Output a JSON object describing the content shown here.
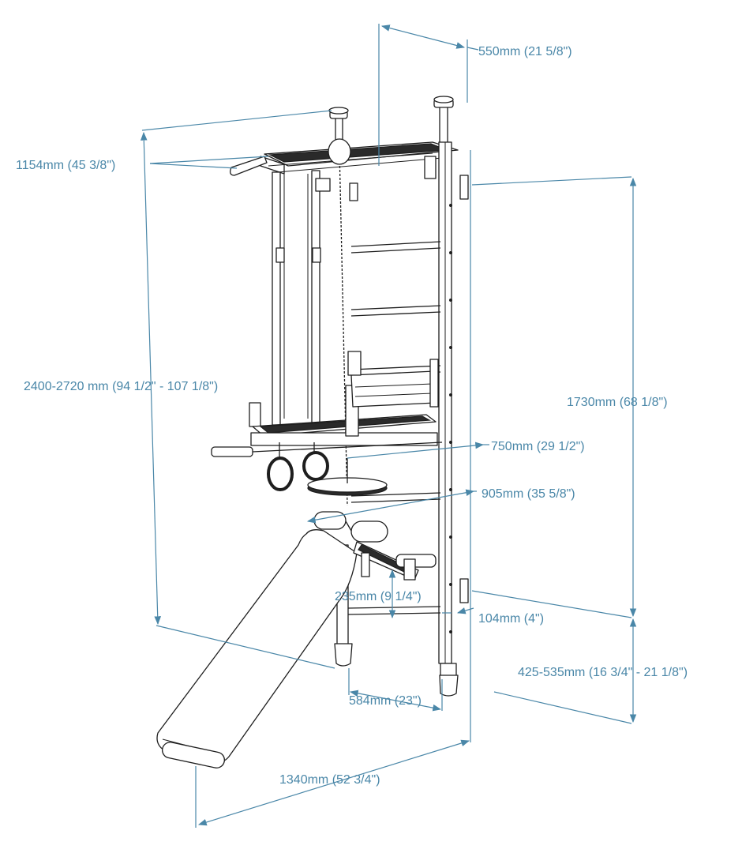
{
  "colors": {
    "dimension": "#4a87a8",
    "ink": "#1e1e1e",
    "background": "#ffffff"
  },
  "dimensions": {
    "depth_top": "550mm (21 5/8\")",
    "bar_width": "1154mm (45 3/8\")",
    "total_height": "2400-2720 mm (94 1/2\" - 107 1/8\")",
    "ladder_height": "1730mm (68 1/8\")",
    "dip_bar_depth": "750mm (29 1/2\")",
    "bench_support_depth": "905mm (35 5/8\")",
    "step_distance": "235mm (9 1/4\")",
    "ladder_offset": "104mm (4\")",
    "bottom_height": "425-535mm (16 3/4\" - 21 1/8\")",
    "base_width": "584mm (23\")",
    "bench_length": "1340mm (52 3/4\")"
  }
}
